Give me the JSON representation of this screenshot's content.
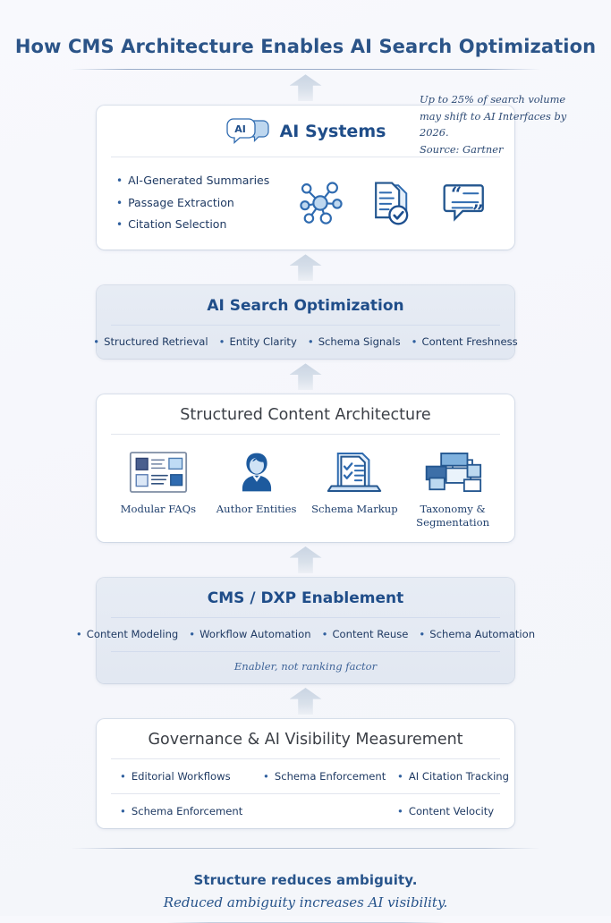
{
  "title": "How CMS Architecture Enables AI Search Optimization",
  "note": {
    "line1": "Up to 25% of search volume",
    "line2": "may shift to AI Interfaces by 2026.",
    "line3": "Source: Gartner"
  },
  "ai_systems": {
    "badge_text": "AI",
    "heading": "AI Systems",
    "bullets": [
      "AI-Generated Summaries",
      "Passage Extraction",
      "Citation Selection"
    ],
    "icons": [
      "network-nodes-icon",
      "document-verified-icon",
      "quote-bubble-icon"
    ]
  },
  "ai_search_optimization": {
    "heading": "AI Search Optimization",
    "items": [
      "Structured Retrieval",
      "Entity Clarity",
      "Schema Signals",
      "Content Freshness"
    ]
  },
  "structured_content": {
    "heading": "Structured Content Architecture",
    "items": [
      {
        "label": "Modular FAQs",
        "icon": "layout-blocks-icon"
      },
      {
        "label": "Author Entities",
        "icon": "person-avatar-icon"
      },
      {
        "label": "Schema Markup",
        "icon": "laptop-checklist-icon"
      },
      {
        "label": "Taxonomy &\nSegmentation",
        "icon": "hierarchy-tree-icon"
      }
    ]
  },
  "cms_dxp": {
    "heading": "CMS / DXP Enablement",
    "items": [
      "Content Modeling",
      "Workflow Automation",
      "Content Reuse",
      "Schema Automation"
    ],
    "note": "Enabler, not ranking factor"
  },
  "governance": {
    "heading": "Governance & AI Visibility Measurement",
    "row1": [
      "Editorial Workflows",
      "Schema Enforcement",
      "AI Citation Tracking"
    ],
    "row2": [
      "Schema Enforcement",
      "",
      "Content Velocity"
    ]
  },
  "footer": {
    "line1": "Structure reduces ambiguity.",
    "line2": "Reduced ambiguity increases AI visibility."
  },
  "colors": {
    "title_blue": "#2b5488",
    "heading_blue": "#1f4d89",
    "text_blue": "#1f3a63",
    "band_bg": "#e4eaf2",
    "page_bg": "#f7f8fc",
    "icon_dark": "#1d4f8f",
    "icon_light": "#b8d4ec"
  }
}
